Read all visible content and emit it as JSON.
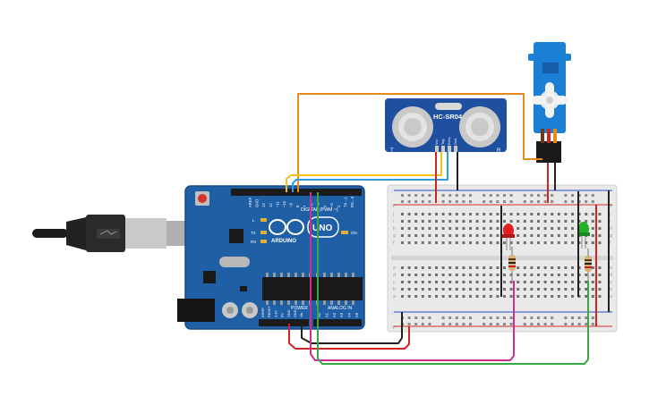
{
  "sensor": {
    "model": "HC-SR04",
    "pins": [
      "Vcc",
      "Trig",
      "Echo",
      "Gnd"
    ],
    "left_mark": "T",
    "right_mark": "R"
  },
  "arduino": {
    "brand": "ARDUINO",
    "model": "UNO",
    "digital_label": "DIGITAL (PWM ~)",
    "power_label": "POWER",
    "analog_label": "ANALOG IN",
    "on_label": "ON",
    "led_labels": [
      "L",
      "TX",
      "RX"
    ],
    "digital_pins": [
      "AREF",
      "GND",
      "13",
      "12",
      "~11",
      "~10",
      "~9",
      "8",
      "7",
      "~6",
      "~5",
      "4",
      "~3",
      "2",
      "TX→1",
      "RX←0"
    ],
    "power_pins": [
      "IOREF",
      "RESET",
      "3.3V",
      "5V",
      "GND",
      "GND",
      "Vin"
    ],
    "analog_pins": [
      "A0",
      "A1",
      "A2",
      "A3",
      "A4",
      "A5"
    ]
  },
  "breadboard": {
    "row_letters_top": [
      "j",
      "i",
      "h",
      "g",
      "f"
    ],
    "row_letters_bottom": [
      "e",
      "d",
      "c",
      "b",
      "a"
    ],
    "plus": "+",
    "minus": "-"
  },
  "colors": {
    "board": "#1f5fa6",
    "board_dark": "#174a83",
    "breadboard": "#e9e9e9",
    "sensor_board": "#1f4f9f",
    "wire_orange": "#e88a1a",
    "wire_yellow": "#f2c21a",
    "wire_blue": "#2b9de0",
    "wire_red": "#d22222",
    "wire_black": "#222222",
    "wire_magenta": "#cc2f8f",
    "wire_green": "#36a844",
    "led_red": "#e02020",
    "led_green": "#22b02a",
    "servo": "#1c7fd6"
  }
}
